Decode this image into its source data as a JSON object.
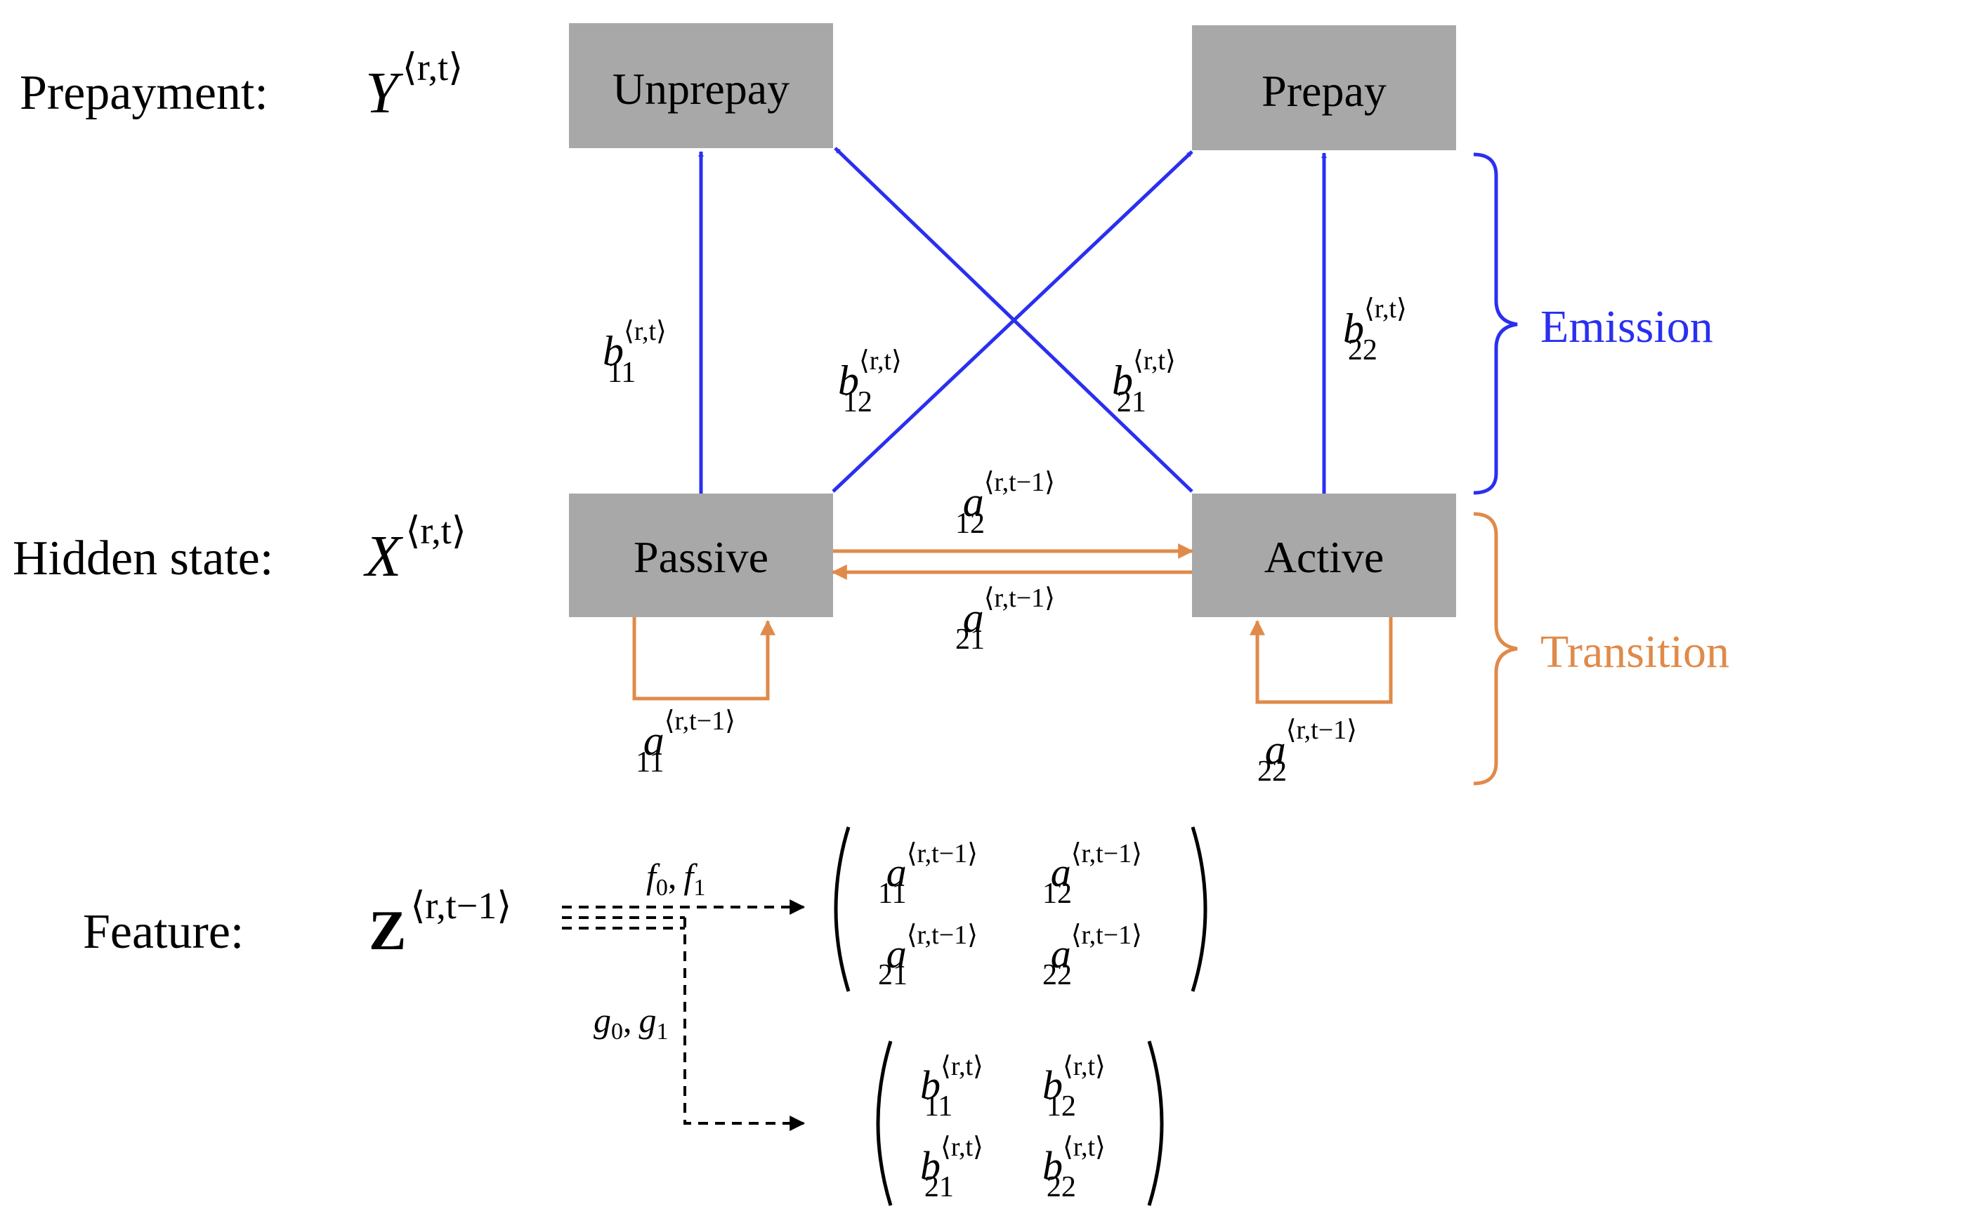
{
  "rows": {
    "prepayment": {
      "label": "Prepayment:",
      "symbol": "Y",
      "superscript": "⟨r,t⟩"
    },
    "hidden": {
      "label": "Hidden state:",
      "symbol": "X",
      "superscript": "⟨r,t⟩"
    },
    "feature": {
      "label": "Feature:",
      "symbol": "Z",
      "superscript": "⟨r,t−1⟩"
    }
  },
  "states": {
    "unprepay": "Unprepay",
    "prepay": "Prepay",
    "passive": "Passive",
    "active": "Active"
  },
  "emission": {
    "label": "Emission",
    "b11": {
      "base": "b",
      "sub": "11",
      "sup": "⟨r,t⟩"
    },
    "b12": {
      "base": "b",
      "sub": "12",
      "sup": "⟨r,t⟩"
    },
    "b21": {
      "base": "b",
      "sub": "21",
      "sup": "⟨r,t⟩"
    },
    "b22": {
      "base": "b",
      "sub": "22",
      "sup": "⟨r,t⟩"
    }
  },
  "transition": {
    "label": "Transition",
    "a11": {
      "base": "a",
      "sub": "11",
      "sup": "⟨r,t−1⟩"
    },
    "a12": {
      "base": "a",
      "sub": "12",
      "sup": "⟨r,t−1⟩"
    },
    "a21": {
      "base": "a",
      "sub": "21",
      "sup": "⟨r,t−1⟩"
    },
    "a22": {
      "base": "a",
      "sub": "22",
      "sup": "⟨r,t−1⟩"
    }
  },
  "feature_maps": {
    "f_label": "f",
    "f0_sub": "0",
    "f1_sub": "1",
    "g_label": "g",
    "g0_sub": "0",
    "g1_sub": "1",
    "separator": ","
  },
  "matrix_a": {
    "base": "a",
    "sup": "⟨r,t−1⟩",
    "cells": [
      "11",
      "12",
      "21",
      "22"
    ]
  },
  "matrix_b": {
    "base": "b",
    "sup": "⟨r,t⟩",
    "cells": [
      "11",
      "12",
      "21",
      "22"
    ]
  },
  "colors": {
    "emission": "#2a2ff0",
    "transition": "#e08a4a",
    "box": "#a8a8a8",
    "text": "#000000"
  }
}
